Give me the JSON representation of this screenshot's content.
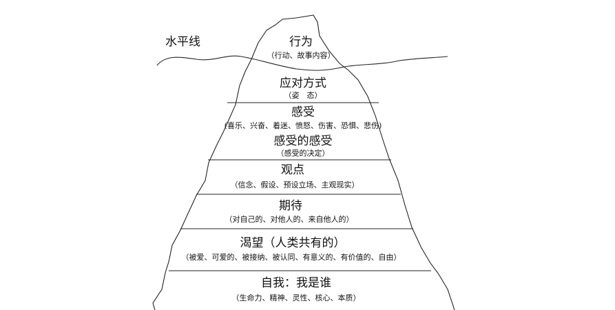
{
  "water_label": "水平线",
  "layers": [
    {
      "title": "行为",
      "subtitle": "（行动、故事内容）"
    },
    {
      "title": "应对方式",
      "subtitle": "（姿　态）"
    },
    {
      "title": "感受",
      "subtitle": "(喜乐、兴奋、着迷、愤怒、伤害、恐惧、悲伤)"
    },
    {
      "title": "感受的感受",
      "subtitle": "（感受的决定）"
    },
    {
      "title": "观点",
      "subtitle": "（信念、假设、预设立场、主观现实）"
    },
    {
      "title": "期待",
      "subtitle": "（对自己的、对他人的、来自他人的）"
    },
    {
      "title": "渴望（人类共有的）",
      "subtitle": "（被爱、可爱的、被接纳、被认同、有意义的、有价值的、自由）"
    },
    {
      "title": "自我：我是谁",
      "subtitle": "（生命力、精神、灵性、核心、本质）"
    }
  ]
}
